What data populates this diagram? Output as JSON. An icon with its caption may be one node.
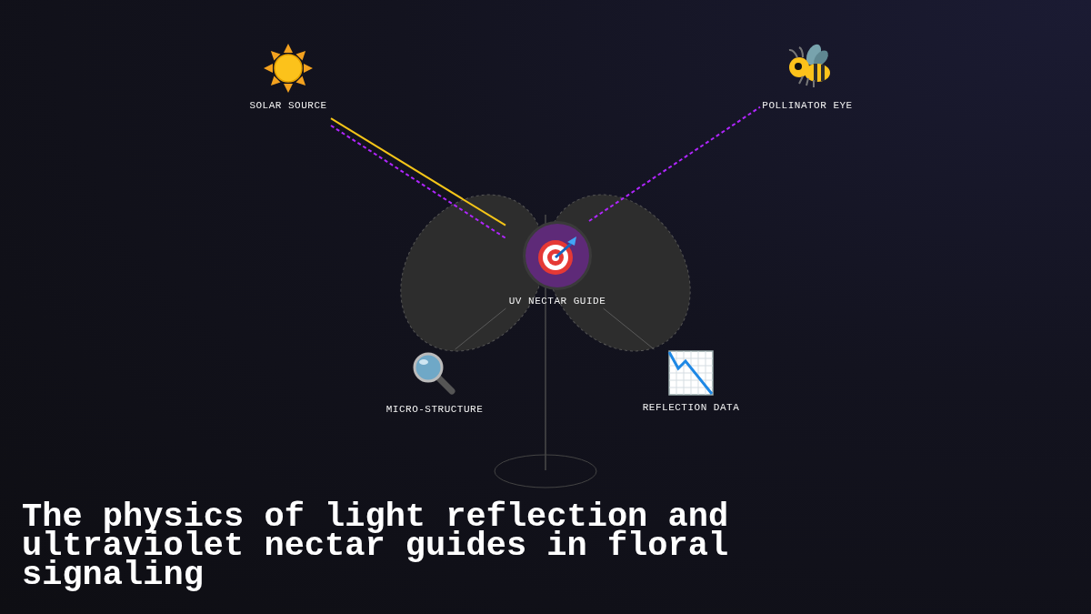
{
  "diagram": {
    "title": "The physics of light reflection and ultraviolet nectar guides in floral signaling",
    "nodes": [
      {
        "text": [
          "SOLAR SOURCE"
        ]
      },
      {
        "text": [
          "POLLINATOR EYE"
        ]
      },
      {
        "text": [
          "UV NECTAR GUIDE"
        ]
      },
      {
        "text": [
          "MICRO-STRUCTURE"
        ]
      },
      {
        "text": [
          "REFLECTION DATA"
        ]
      }
    ],
    "edges": [
      {
        "from": 0,
        "to": 2,
        "arrow": "none",
        "color": "#f5c518"
      },
      {
        "from": 0,
        "to": 2,
        "arrow": "none",
        "style": "dashed",
        "color": "#b026ff"
      },
      {
        "from": 2,
        "to": 1,
        "arrow": "none",
        "style": "dashed",
        "color": "#b026ff"
      },
      {
        "from": 2,
        "to": 3,
        "arrow": "none",
        "color": "#5a5a5a"
      },
      {
        "from": 2,
        "to": 4,
        "arrow": "none",
        "color": "#5a5a5a"
      }
    ]
  }
}
